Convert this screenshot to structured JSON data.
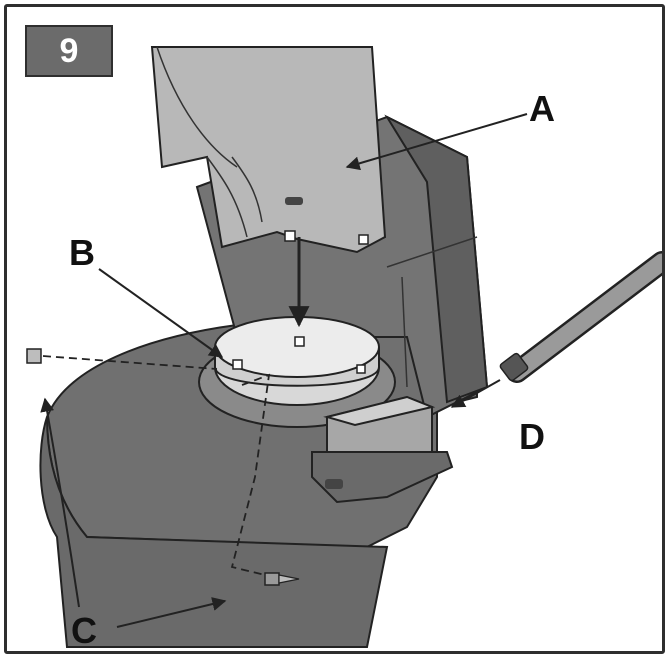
{
  "step": {
    "number": "9"
  },
  "callouts": {
    "a": "A",
    "b": "B",
    "c": "C",
    "d": "D"
  },
  "colors": {
    "body_dark": "#6f6f6f",
    "body_mid": "#8a8a8a",
    "part_light": "#b9b9b9",
    "ring": "#d9d9d9",
    "line": "#222222",
    "badge": "#6b6b6b"
  }
}
